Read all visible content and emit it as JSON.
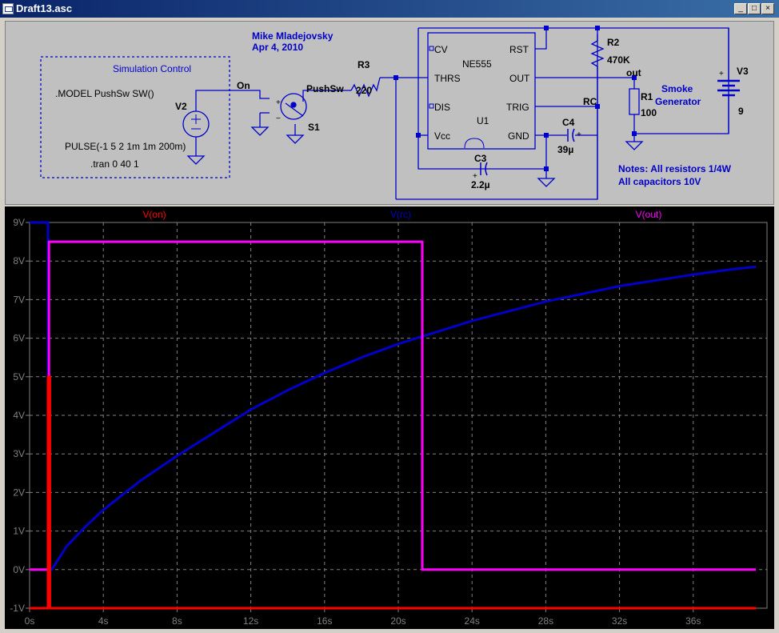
{
  "window": {
    "title": "Draft13.asc",
    "buttons": [
      "_",
      "□",
      "×"
    ]
  },
  "schematic": {
    "sim_title": "Simulation Control",
    "model": ".MODEL PushSw SW()",
    "pulse": "PULSE(-1 5 2 1m 1m 200m)",
    "tran": ".tran 0 40 1",
    "v2": "V2",
    "on_label": "On",
    "pushsw": "PushSw",
    "s1": "S1",
    "r3": "R3",
    "r3_val": "220",
    "author": "Mike Mladejovsky",
    "date": "Apr 4, 2010",
    "ic_name": "NE555",
    "ic_ref": "U1",
    "pins": {
      "cv": "CV",
      "thrs": "THRS",
      "dis": "DIS",
      "vcc": "Vcc",
      "rst": "RST",
      "out": "OUT",
      "trig": "TRIG",
      "gnd": "GND"
    },
    "r2": "R2",
    "r2_val": "470K",
    "out_label": "out",
    "rc_label": "RC",
    "r1": "R1",
    "r1_val": "100",
    "smoke1": "Smoke",
    "smoke2": "Generator",
    "v3": "V3",
    "v3_val": "9",
    "c4": "C4",
    "c4_val": "39µ",
    "c3": "C3",
    "c3_val": "2.2µ",
    "note1": "Notes: All resistors 1/4W",
    "note2": "All capacitors 10V",
    "plus": "+",
    "minus": "−"
  },
  "colors": {
    "von": "#ff0000",
    "vrc": "#0000c8",
    "vout": "#ff00ff",
    "wire": "#0000c8",
    "grid": "#808080",
    "axis_text": "#808080"
  },
  "chart_data": {
    "type": "line",
    "xlim": [
      0,
      40
    ],
    "ylim": [
      -1,
      9
    ],
    "xticks": [
      0,
      4,
      8,
      12,
      16,
      20,
      24,
      28,
      32,
      36
    ],
    "xtick_labels": [
      "0s",
      "4s",
      "8s",
      "12s",
      "16s",
      "20s",
      "24s",
      "28s",
      "32s",
      "36s"
    ],
    "yticks": [
      -1,
      0,
      1,
      2,
      3,
      4,
      5,
      6,
      7,
      8,
      9
    ],
    "ytick_labels": [
      "-1V",
      "0V",
      "1V",
      "2V",
      "3V",
      "4V",
      "5V",
      "6V",
      "7V",
      "8V",
      "9V"
    ],
    "grid": true,
    "series": [
      {
        "name": "V(on)",
        "color": "#ff0000",
        "x": [
          0,
          1.0,
          1.0,
          1.1,
          1.1,
          1.2,
          1.2,
          39.4
        ],
        "y": [
          -1,
          -1,
          5,
          5,
          -1,
          -1,
          -1,
          -1
        ]
      },
      {
        "name": "V(rc)",
        "color": "#0000c8",
        "x": [
          0,
          1.0,
          1.0,
          1.2,
          2,
          3,
          4,
          6,
          8,
          10,
          12,
          14,
          16,
          18,
          20,
          22,
          24,
          26,
          28,
          30,
          32,
          34,
          36,
          38,
          39.4
        ],
        "y": [
          9,
          9,
          0,
          0.0,
          0.6,
          1.1,
          1.55,
          2.3,
          2.95,
          3.55,
          4.15,
          4.65,
          5.1,
          5.5,
          5.85,
          6.15,
          6.45,
          6.7,
          6.95,
          7.15,
          7.35,
          7.5,
          7.65,
          7.78,
          7.85
        ]
      },
      {
        "name": "V(out)",
        "color": "#ff00ff",
        "x": [
          0,
          1.0,
          1.05,
          1.05,
          21.3,
          21.3,
          39.4
        ],
        "y": [
          0,
          0,
          0,
          8.5,
          8.5,
          0,
          0
        ]
      }
    ]
  }
}
